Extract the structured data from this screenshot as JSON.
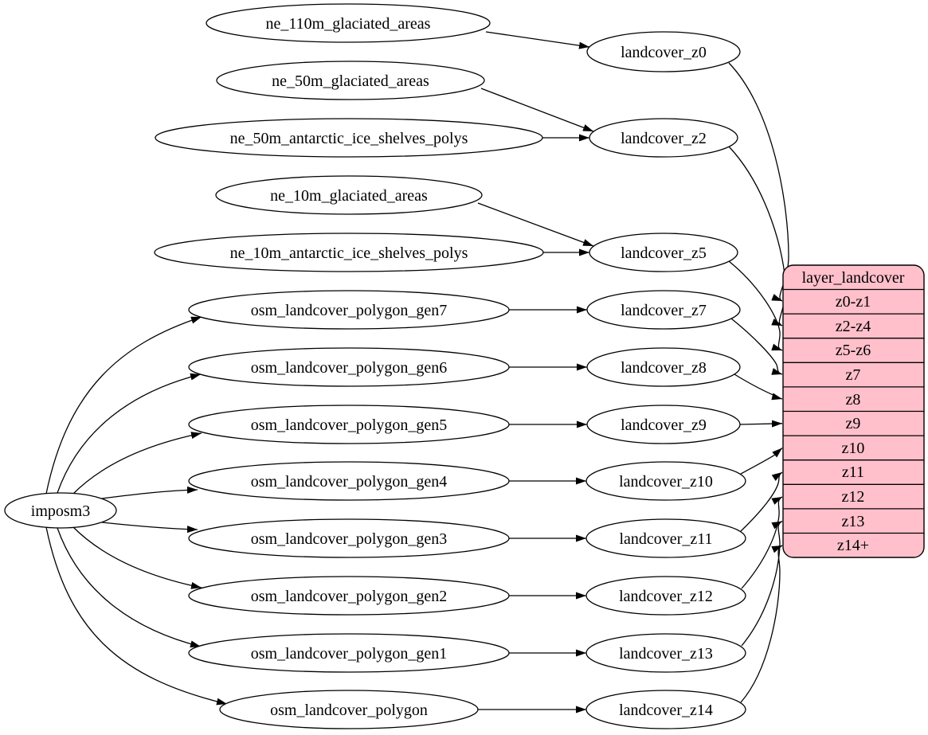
{
  "colors": {
    "background": "#ffffff",
    "node_fill": "#ffffff",
    "node_stroke": "#000000",
    "edge_color": "#000000",
    "table_fill": "#ffc0cb",
    "text_color": "#000000"
  },
  "nodes": {
    "imposm3": {
      "label": "imposm3"
    },
    "sources": [
      {
        "label": "ne_110m_glaciated_areas"
      },
      {
        "label": "ne_50m_glaciated_areas"
      },
      {
        "label": "ne_50m_antarctic_ice_shelves_polys"
      },
      {
        "label": "ne_10m_glaciated_areas"
      },
      {
        "label": "ne_10m_antarctic_ice_shelves_polys"
      },
      {
        "label": "osm_landcover_polygon_gen7"
      },
      {
        "label": "osm_landcover_polygon_gen6"
      },
      {
        "label": "osm_landcover_polygon_gen5"
      },
      {
        "label": "osm_landcover_polygon_gen4"
      },
      {
        "label": "osm_landcover_polygon_gen3"
      },
      {
        "label": "osm_landcover_polygon_gen2"
      },
      {
        "label": "osm_landcover_polygon_gen1"
      },
      {
        "label": "osm_landcover_polygon"
      }
    ],
    "generalized": [
      {
        "label": "landcover_z0"
      },
      {
        "label": "landcover_z2"
      },
      {
        "label": "landcover_z5"
      },
      {
        "label": "landcover_z7"
      },
      {
        "label": "landcover_z8"
      },
      {
        "label": "landcover_z9"
      },
      {
        "label": "landcover_z10"
      },
      {
        "label": "landcover_z11"
      },
      {
        "label": "landcover_z12"
      },
      {
        "label": "landcover_z13"
      },
      {
        "label": "landcover_z14"
      }
    ]
  },
  "table": {
    "title": "layer_landcover",
    "rows": [
      "z0-z1",
      "z2-z4",
      "z5-z6",
      "z7",
      "z8",
      "z9",
      "z10",
      "z11",
      "z12",
      "z13",
      "z14+"
    ]
  },
  "edges": [
    [
      "imposm3",
      "osm_landcover_polygon_gen7"
    ],
    [
      "imposm3",
      "osm_landcover_polygon_gen6"
    ],
    [
      "imposm3",
      "osm_landcover_polygon_gen5"
    ],
    [
      "imposm3",
      "osm_landcover_polygon_gen4"
    ],
    [
      "imposm3",
      "osm_landcover_polygon_gen3"
    ],
    [
      "imposm3",
      "osm_landcover_polygon_gen2"
    ],
    [
      "imposm3",
      "osm_landcover_polygon_gen1"
    ],
    [
      "imposm3",
      "osm_landcover_polygon"
    ],
    [
      "ne_110m_glaciated_areas",
      "landcover_z0"
    ],
    [
      "ne_50m_glaciated_areas",
      "landcover_z2"
    ],
    [
      "ne_50m_antarctic_ice_shelves_polys",
      "landcover_z2"
    ],
    [
      "ne_10m_glaciated_areas",
      "landcover_z5"
    ],
    [
      "ne_10m_antarctic_ice_shelves_polys",
      "landcover_z5"
    ],
    [
      "osm_landcover_polygon_gen7",
      "landcover_z7"
    ],
    [
      "osm_landcover_polygon_gen6",
      "landcover_z8"
    ],
    [
      "osm_landcover_polygon_gen5",
      "landcover_z9"
    ],
    [
      "osm_landcover_polygon_gen4",
      "landcover_z10"
    ],
    [
      "osm_landcover_polygon_gen3",
      "landcover_z11"
    ],
    [
      "osm_landcover_polygon_gen2",
      "landcover_z12"
    ],
    [
      "osm_landcover_polygon_gen1",
      "landcover_z13"
    ],
    [
      "osm_landcover_polygon",
      "landcover_z14"
    ],
    [
      "landcover_z0",
      "layer_landcover:z0-z1"
    ],
    [
      "landcover_z2",
      "layer_landcover:z2-z4"
    ],
    [
      "landcover_z5",
      "layer_landcover:z5-z6"
    ],
    [
      "landcover_z7",
      "layer_landcover:z7"
    ],
    [
      "landcover_z8",
      "layer_landcover:z8"
    ],
    [
      "landcover_z9",
      "layer_landcover:z9"
    ],
    [
      "landcover_z10",
      "layer_landcover:z10"
    ],
    [
      "landcover_z11",
      "layer_landcover:z11"
    ],
    [
      "landcover_z12",
      "layer_landcover:z12"
    ],
    [
      "landcover_z13",
      "layer_landcover:z13"
    ],
    [
      "landcover_z14",
      "layer_landcover:z14+"
    ]
  ]
}
